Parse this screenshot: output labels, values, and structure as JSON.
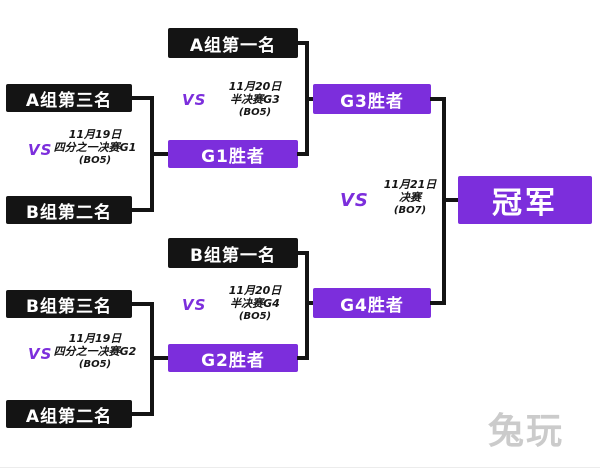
{
  "colors": {
    "box_black": "#141414",
    "accent_purple": "#7c2edc",
    "watermark_gray": "#cbcbcb",
    "background": "#ffffff"
  },
  "bracket": {
    "qf1": {
      "top_seed": "A组第三名",
      "bottom_seed": "B组第二名",
      "vs": "VS",
      "date": "11月19日",
      "round": "四分之一决赛G1",
      "format": "(BO5)",
      "winner": "G1胜者"
    },
    "qf2": {
      "top_seed": "B组第三名",
      "bottom_seed": "A组第二名",
      "vs": "VS",
      "date": "11月19日",
      "round": "四分之一决赛G2",
      "format": "(BO5)",
      "winner": "G2胜者"
    },
    "sf1": {
      "top_seed": "A组第一名",
      "vs": "VS",
      "date": "11月20日",
      "round": "半决赛G3",
      "format": "(BO5)",
      "winner": "G3胜者"
    },
    "sf2": {
      "top_seed": "B组第一名",
      "vs": "VS",
      "date": "11月20日",
      "round": "半决赛G4",
      "format": "(BO5)",
      "winner": "G4胜者"
    },
    "final": {
      "vs": "VS",
      "date": "11月21日",
      "round": "决赛",
      "format": "(BO7)",
      "champion": "冠军"
    }
  },
  "watermark": "兔玩"
}
